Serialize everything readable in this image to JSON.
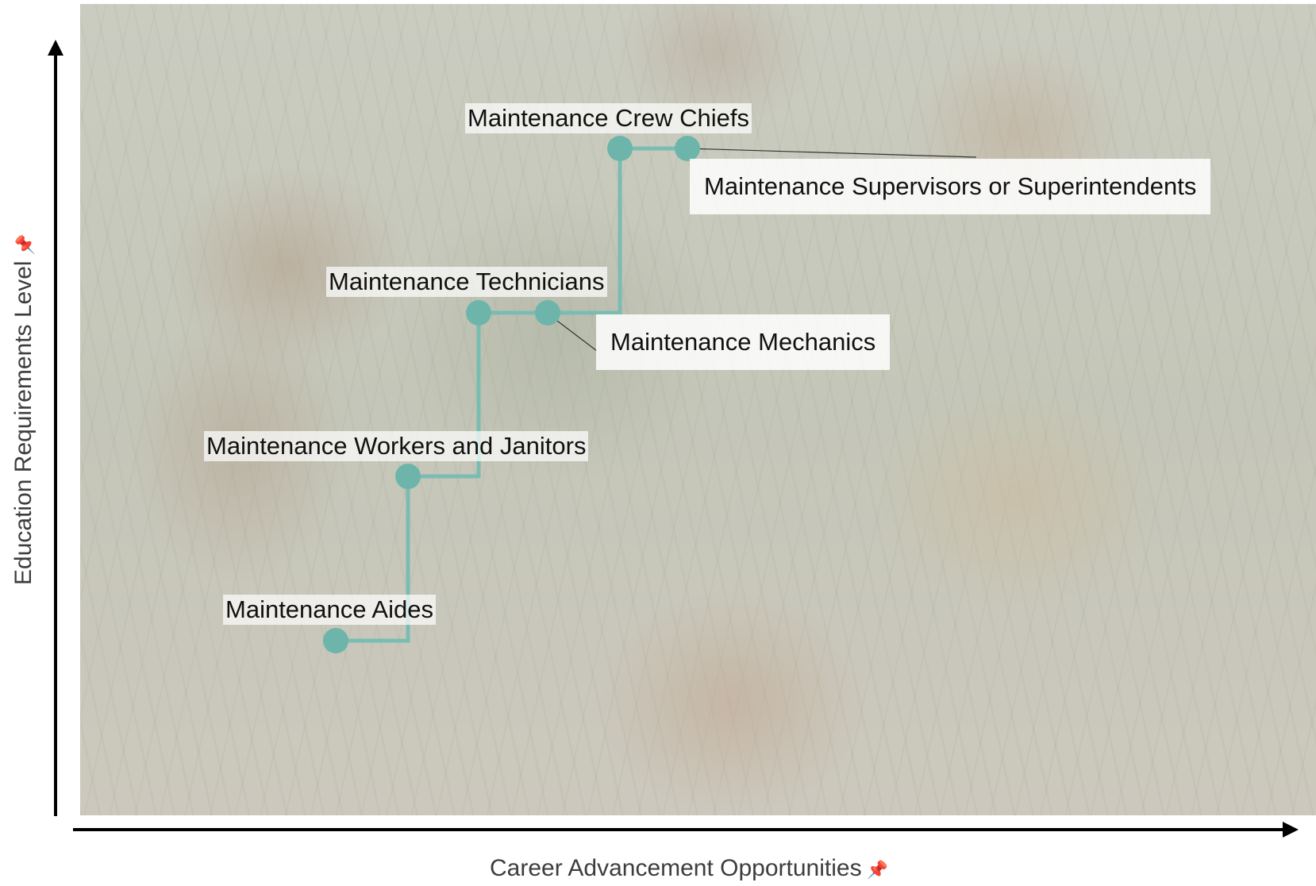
{
  "axes": {
    "x_title": "Career Advancement Opportunities",
    "y_title": "Education Requirements Level",
    "pin_icon": "pin-icon"
  },
  "colors": {
    "path": "#7bbcb2",
    "marker": "#6db5aa",
    "axis": "#000000"
  },
  "nodes": [
    {
      "label": "Maintenance Aides",
      "label_style": "inline"
    },
    {
      "label": "Maintenance Workers and Janitors",
      "label_style": "inline"
    },
    {
      "label": "Maintenance Technicians",
      "label_style": "inline"
    },
    {
      "label": "Maintenance Mechanics",
      "label_style": "callout"
    },
    {
      "label": "Maintenance Crew Chiefs",
      "label_style": "inline"
    },
    {
      "label": "Maintenance Supervisors or Superintendents",
      "label_style": "callout"
    }
  ]
}
